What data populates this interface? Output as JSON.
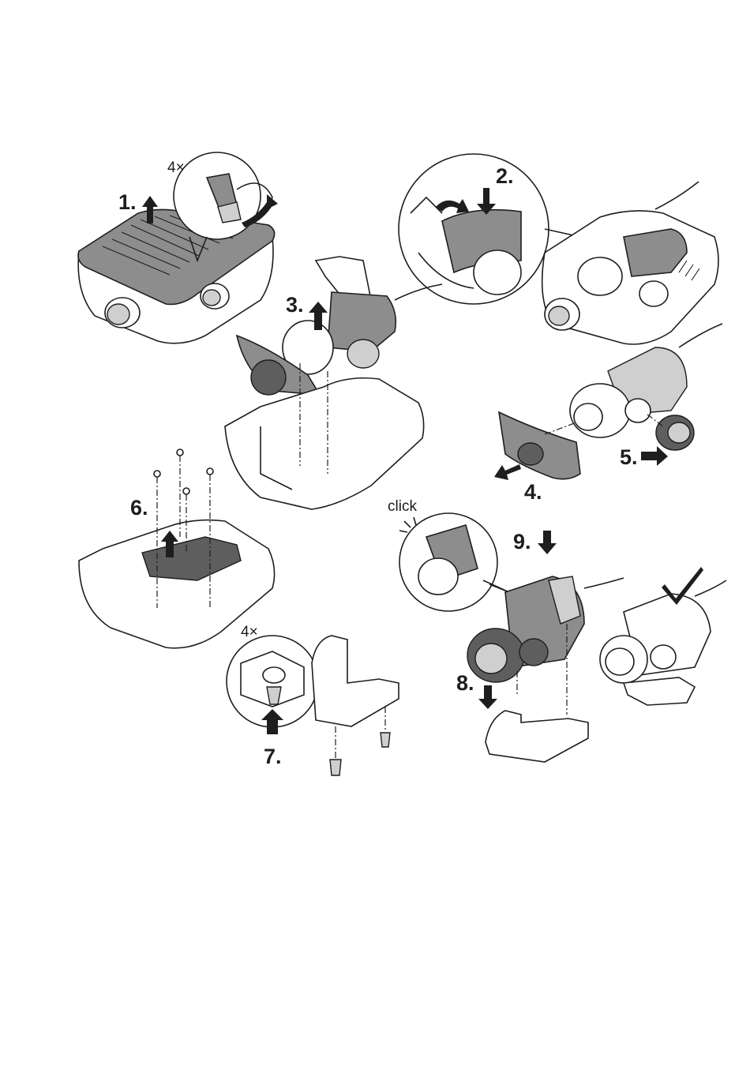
{
  "steps": {
    "s1": "1.",
    "s2": "2.",
    "s3": "3.",
    "s4": "4.",
    "s5": "5.",
    "s6": "6.",
    "s7": "7.",
    "s8": "8.",
    "s9": "9."
  },
  "annotations": {
    "times_top": "4×",
    "times_bottom": "4×",
    "click": "click"
  },
  "colors": {
    "line": "#1e1e1e",
    "part_grey": "#8d8d8d",
    "part_light": "#cfcfcf",
    "part_dark": "#5e5e5e"
  }
}
